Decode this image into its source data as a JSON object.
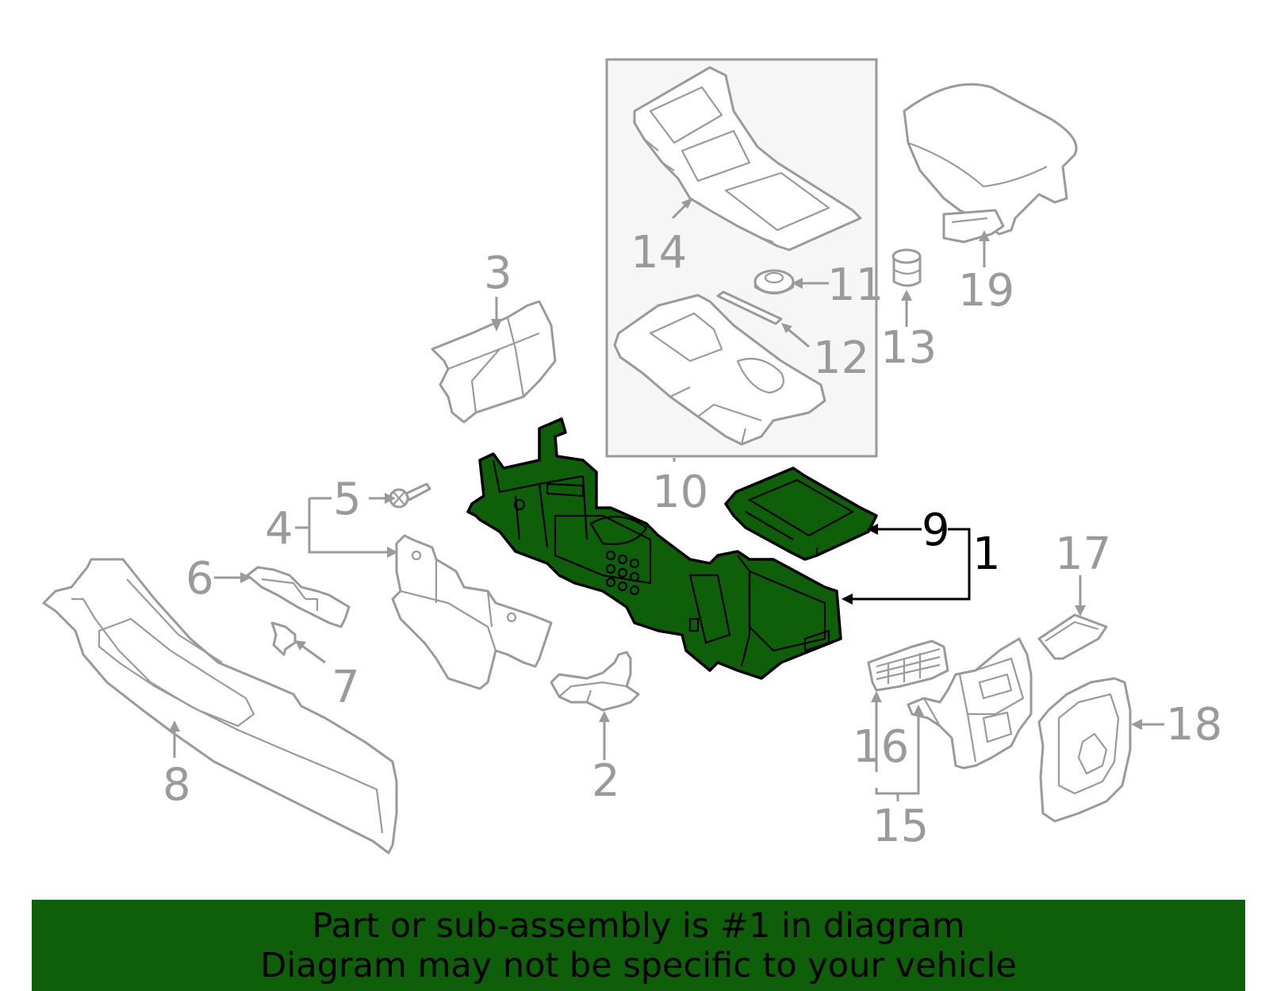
{
  "callouts": [
    {
      "id": "1",
      "text": "1",
      "highlighted": true
    },
    {
      "id": "2",
      "text": "2"
    },
    {
      "id": "3",
      "text": "3"
    },
    {
      "id": "4",
      "text": "4"
    },
    {
      "id": "5",
      "text": "5"
    },
    {
      "id": "6",
      "text": "6"
    },
    {
      "id": "7",
      "text": "7"
    },
    {
      "id": "8",
      "text": "8"
    },
    {
      "id": "9",
      "text": "9",
      "highlighted": true
    },
    {
      "id": "10",
      "text": "10"
    },
    {
      "id": "11",
      "text": "11"
    },
    {
      "id": "12",
      "text": "12"
    },
    {
      "id": "13",
      "text": "13"
    },
    {
      "id": "14",
      "text": "14"
    },
    {
      "id": "15",
      "text": "15"
    },
    {
      "id": "16",
      "text": "16"
    },
    {
      "id": "17",
      "text": "17"
    },
    {
      "id": "18",
      "text": "18"
    },
    {
      "id": "19",
      "text": "19"
    }
  ],
  "colors": {
    "highlight_fill": "#0f5f0a",
    "outline_gray": "#9a9a9a",
    "inset_background": "#f6f6f6",
    "banner_background": "#0f5f0a"
  },
  "banner": {
    "line1": "Part or sub-assembly is #1 in diagram",
    "line2": "Diagram may not be specific to your vehicle"
  }
}
